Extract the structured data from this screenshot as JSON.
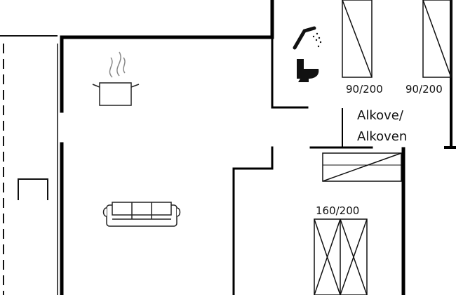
{
  "plan": {
    "colors": {
      "wall": "#000000",
      "line": "#111111",
      "icon": "#222222",
      "steam": "#888888",
      "background": "#ffffff"
    },
    "labels": {
      "bed_top_left": "90/200",
      "bed_top_right": "90/200",
      "alcove_line1": "Alkove/",
      "alcove_line2": "Alkoven",
      "bed_double": "160/200"
    },
    "icons": [
      "cooking-pot-icon",
      "sofa-icon",
      "shower-icon",
      "toilet-icon",
      "table-icon"
    ]
  }
}
